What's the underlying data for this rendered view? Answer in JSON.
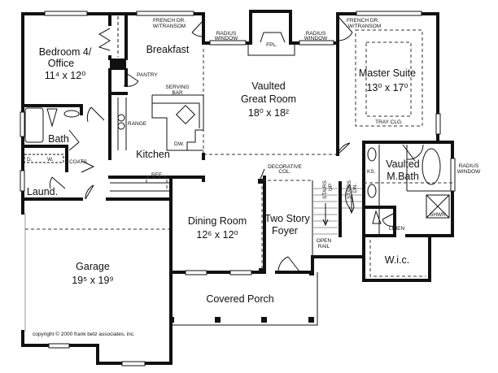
{
  "rooms": {
    "bedroom": {
      "name1": "Bedroom 4/",
      "name2": "Office",
      "dims": "11⁴  x  12⁰"
    },
    "breakfast": {
      "name": "Breakfast"
    },
    "kitchen": {
      "name": "Kitchen"
    },
    "bath": {
      "name": "Bath"
    },
    "laundry": {
      "name": "Laund."
    },
    "great_room": {
      "name1": "Vaulted",
      "name2": "Great Room",
      "dims": "18⁰  x  18²"
    },
    "master_suite": {
      "name": "Master Suite",
      "dims": "13⁰  x  17⁰"
    },
    "master_bath": {
      "name1": "Vaulted",
      "name2": "M.Bath"
    },
    "wic": {
      "name": "W.i.c."
    },
    "dining": {
      "name": "Dining Room",
      "dims": "12⁶  x  12⁰"
    },
    "foyer": {
      "name1": "Two Story",
      "name2": "Foyer"
    },
    "garage": {
      "name": "Garage",
      "dims": "19⁵  x  19⁹"
    },
    "porch": {
      "name": "Covered Porch"
    }
  },
  "notes": {
    "french_dr_1a": "FRENCH DR.",
    "french_dr_1b": "W/TRANSOM",
    "radius_window_1a": "RADIUS",
    "radius_window_1b": "WINDOW",
    "fpl": "FPL.",
    "radius_window_2a": "RADIUS",
    "radius_window_2b": "WINDOW",
    "french_dr_2a": "FRENCH DR.",
    "french_dr_2b": "W/TRANSOM",
    "pantry": "PANTRY",
    "serving_bar_a": "SERVING",
    "serving_bar_b": "BAR",
    "range": "RANGE",
    "dw": "DW.",
    "ref": "REF.",
    "dryer": "D.",
    "washer": "W.",
    "coats": "COATS",
    "tray_clg": "TRAY CLG.",
    "ks": "KS.",
    "radius_window_3a": "RADIUS",
    "radius_window_3b": "WINDOW",
    "decorative_col_a": "DECORATIVE",
    "decorative_col_b": "COL.",
    "stairs_up_a": "STAIRS",
    "stairs_up_b": "UP",
    "stairs_dn_a": "STAIRS",
    "stairs_dn_b": "DN.",
    "shwr": "SHWR",
    "linen": "LINEN",
    "open_rail_a": "OPEN",
    "open_rail_b": "RAIL"
  },
  "copyright": "copyright © 2000 frank betz associates, inc."
}
